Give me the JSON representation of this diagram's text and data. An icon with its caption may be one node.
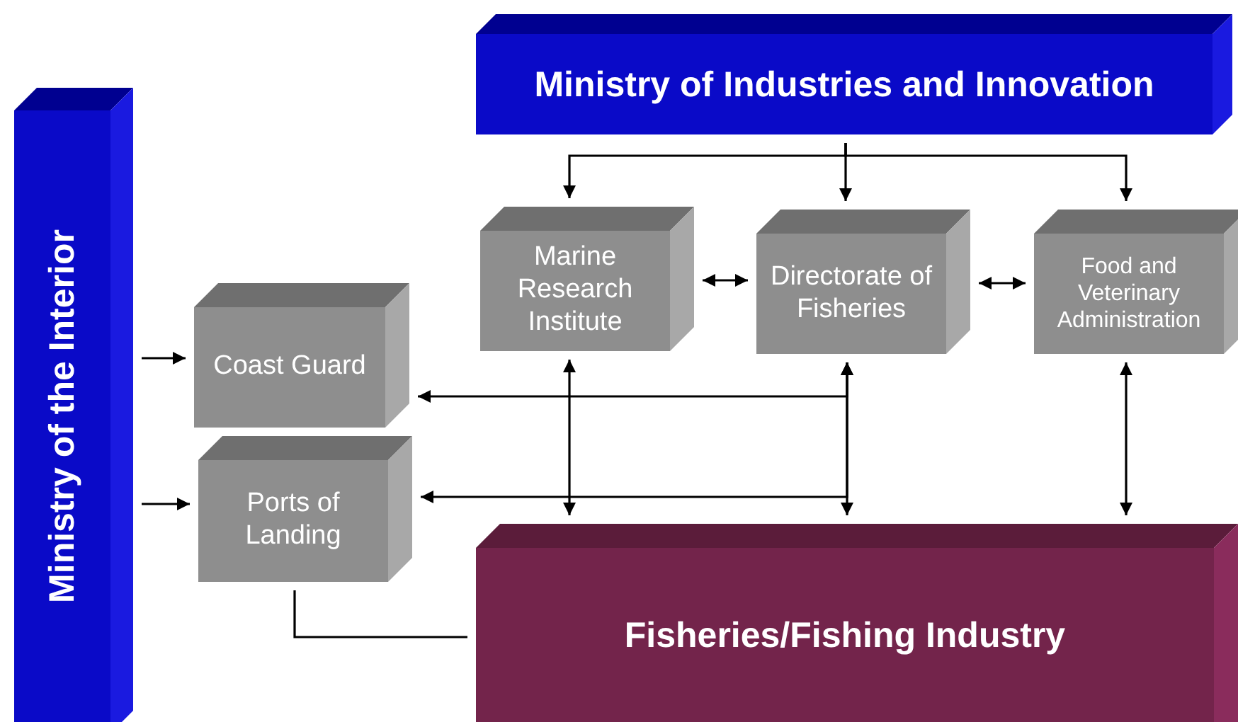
{
  "diagram": {
    "nodes": [
      {
        "text": [
          "Ministry of Industries and Innovation"
        ]
      },
      {
        "text": [
          "Ministry of the Interior"
        ]
      },
      {
        "text": [
          "Marine Research Institute"
        ]
      },
      {
        "text": [
          "Directorate of Fisheries"
        ]
      },
      {
        "text": [
          "Food and Veterinary Administration"
        ]
      },
      {
        "text": [
          "Coast Guard"
        ]
      },
      {
        "text": [
          "Ports of Landing"
        ]
      },
      {
        "text": [
          "Fisheries/Fishing Industry"
        ]
      }
    ],
    "edges": [
      {
        "from": 0,
        "to": 2,
        "arrow": "to"
      },
      {
        "from": 0,
        "to": 3,
        "arrow": "to"
      },
      {
        "from": 0,
        "to": 4,
        "arrow": "to"
      },
      {
        "from": 2,
        "to": 3,
        "arrow": "both"
      },
      {
        "from": 3,
        "to": 4,
        "arrow": "both"
      },
      {
        "from": 1,
        "to": 5,
        "arrow": "to"
      },
      {
        "from": 1,
        "to": 6,
        "arrow": "to"
      },
      {
        "from": 5,
        "to": 3,
        "arrow": "both"
      },
      {
        "from": 6,
        "to": 3,
        "arrow": "both"
      },
      {
        "from": 2,
        "to": 7,
        "arrow": "both"
      },
      {
        "from": 3,
        "to": 7,
        "arrow": "both"
      },
      {
        "from": 4,
        "to": 7,
        "arrow": "both"
      },
      {
        "from": 6,
        "to": 7,
        "arrow": "none"
      }
    ]
  }
}
